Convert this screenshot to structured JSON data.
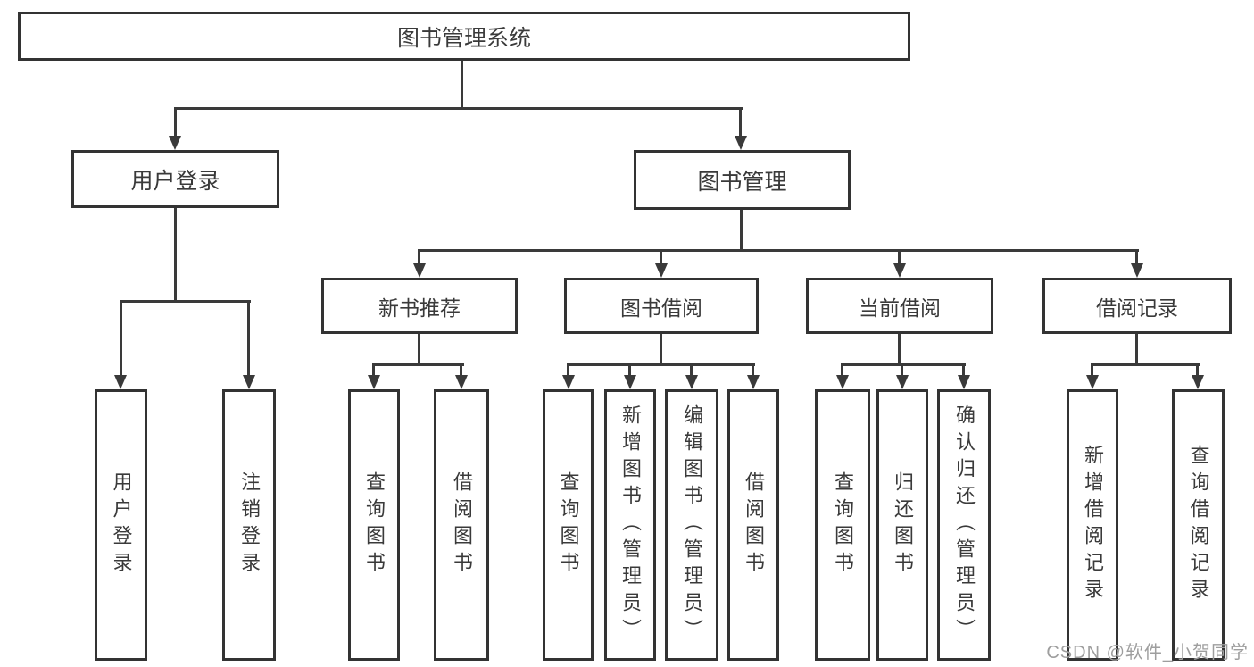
{
  "diagram": {
    "tree": {
      "root": {
        "label": "图书管理系统",
        "children": [
          {
            "label": "用户登录",
            "children": [
              {
                "label": "用户登录"
              },
              {
                "label": "注销登录"
              }
            ]
          },
          {
            "label": "图书管理",
            "children": [
              {
                "label": "新书推荐",
                "children": [
                  {
                    "label": "查询图书"
                  },
                  {
                    "label": "借阅图书"
                  }
                ]
              },
              {
                "label": "图书借阅",
                "children": [
                  {
                    "label": "查询图书"
                  },
                  {
                    "label": "新增图书（管理员）"
                  },
                  {
                    "label": "编辑图书（管理员）"
                  },
                  {
                    "label": "借阅图书"
                  }
                ]
              },
              {
                "label": "当前借阅",
                "children": [
                  {
                    "label": "查询图书"
                  },
                  {
                    "label": "归还图书"
                  },
                  {
                    "label": "确认归还（管理员）"
                  }
                ]
              },
              {
                "label": "借阅记录",
                "children": [
                  {
                    "label": "新增借阅记录"
                  },
                  {
                    "label": "查询借阅记录"
                  }
                ]
              }
            ]
          }
        ]
      }
    },
    "colors": {
      "line": "#3a3a3a",
      "border": "#333333",
      "text": "#3a3a3a",
      "watermark": "#9e9e9e",
      "background": "#ffffff"
    }
  },
  "watermark": {
    "text": "CSDN @软件_小贺同学"
  }
}
